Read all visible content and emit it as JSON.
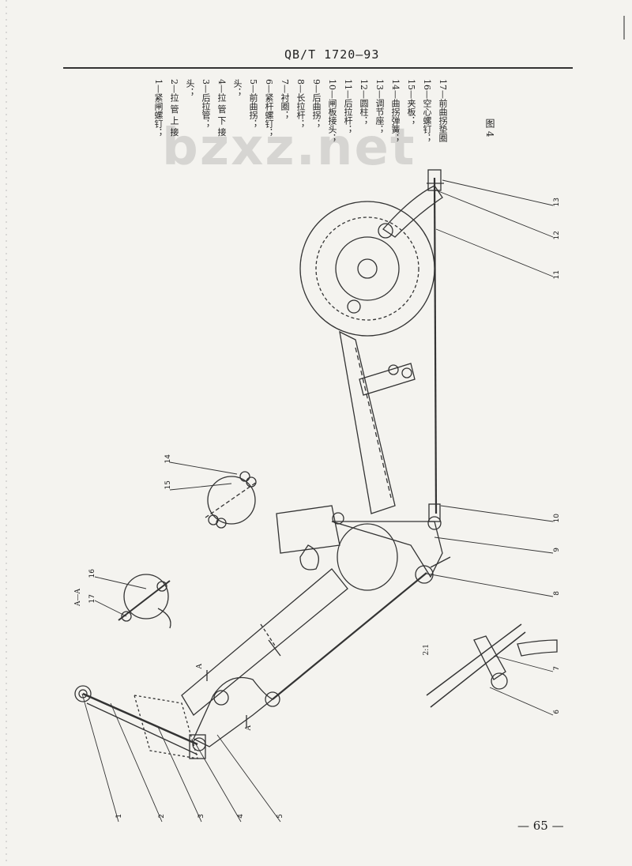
{
  "header": {
    "doc_code": "QB/T 1720—93"
  },
  "legend": {
    "items": [
      "1—紧闸螺钉；",
      "2—拉 管 上 接",
      "头；",
      "3—后拉管；",
      "4—拉 管 下 接",
      "头；",
      "5—前曲拐；",
      "6—紧杆螺钉；",
      "7—衬圈；",
      "8—长拉杆；",
      "9—后曲拐；",
      "10—闸板接头；",
      "11—后拉杆；",
      "12—圆柱；",
      "13—调节座；",
      "14—曲拐弹簧；",
      "15—夹板；",
      "16—空心螺钉；",
      "17—前曲拐垫圈"
    ],
    "watermark": "bzxz.net"
  },
  "figure_label": "图 4",
  "section_labels": {
    "aa": "A—A",
    "detail": "2:1",
    "cut_a1": "A",
    "cut_a2": "A"
  },
  "callouts": [
    "1",
    "2",
    "3",
    "4",
    "5",
    "6",
    "7",
    "8",
    "9",
    "10",
    "11",
    "12",
    "13",
    "14",
    "15",
    "16",
    "17"
  ],
  "page_number": "— 65 —"
}
